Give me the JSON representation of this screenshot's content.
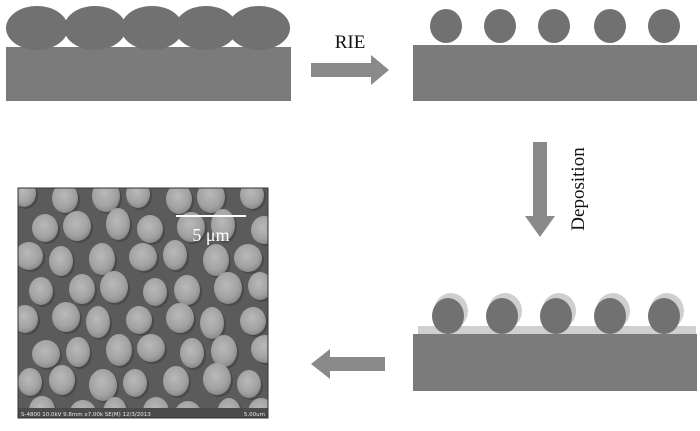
{
  "labels": {
    "step1": "RIE",
    "step2": "Deposition",
    "scale_bar": "5 μm"
  },
  "sem_caption": {
    "info": "S-4800 10.0kV 9.8mm x7.00k SE(M) 12/3/2013",
    "scale": "5.00um"
  },
  "colors": {
    "substrate": "#7b7b7b",
    "spheres": "#717171",
    "deposit": "#cfcfcf",
    "arrow": "#8a8a8a",
    "sem_bg": "#5b5b5b",
    "sem_disk": "#a4a4a4"
  }
}
